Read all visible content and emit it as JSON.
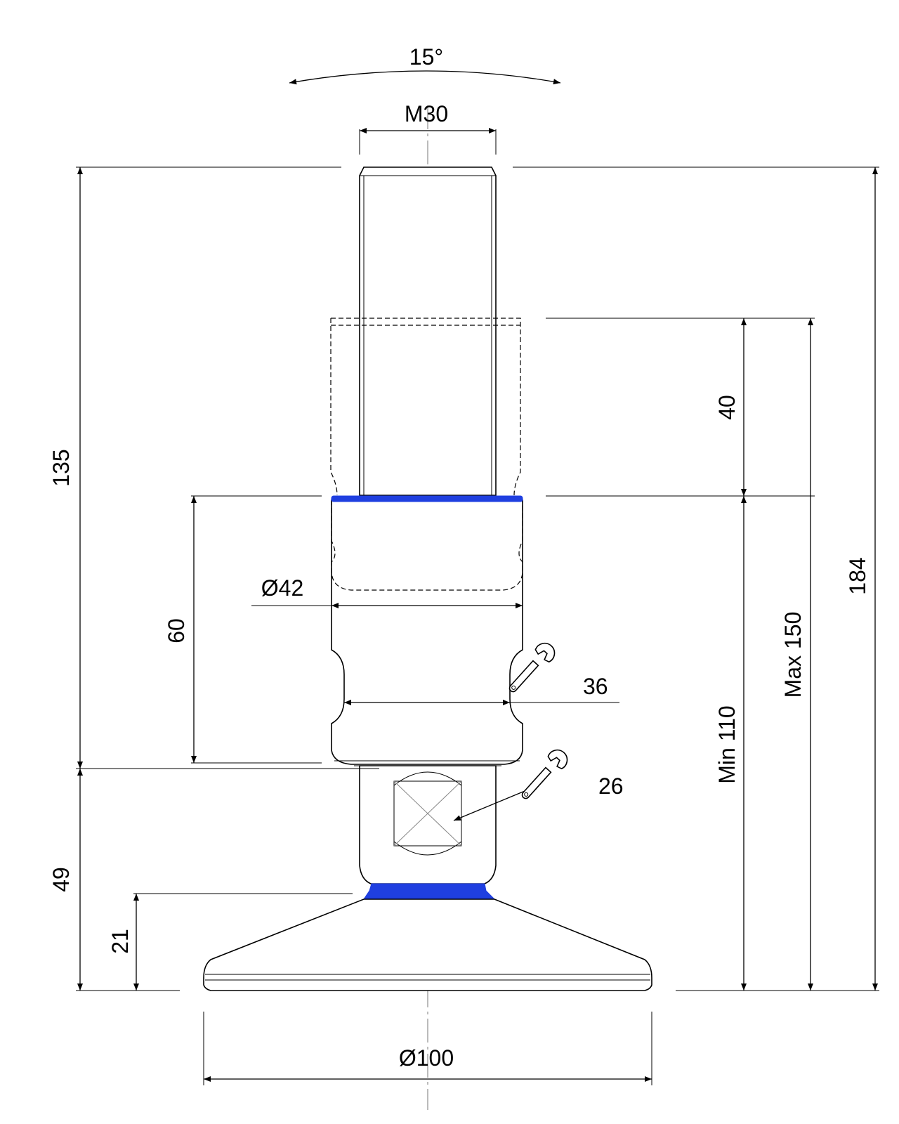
{
  "dimensions": {
    "angle": "15°",
    "thread": "M30",
    "total_height": "184",
    "stem_height": "135",
    "base_height": "49",
    "foot_height": "21",
    "sleeve_length": "60",
    "sleeve_diameter": "Ø42",
    "foot_diameter": "Ø100",
    "adjust_travel": "40",
    "min_height": "Min 110",
    "max_height": "Max 150",
    "wrench_large": "36",
    "wrench_small": "26"
  },
  "icons": {
    "wrench_large": "wrench-icon",
    "wrench_small": "wrench-icon"
  },
  "colors": {
    "seal": "#1f3fe0",
    "line": "#000000"
  }
}
